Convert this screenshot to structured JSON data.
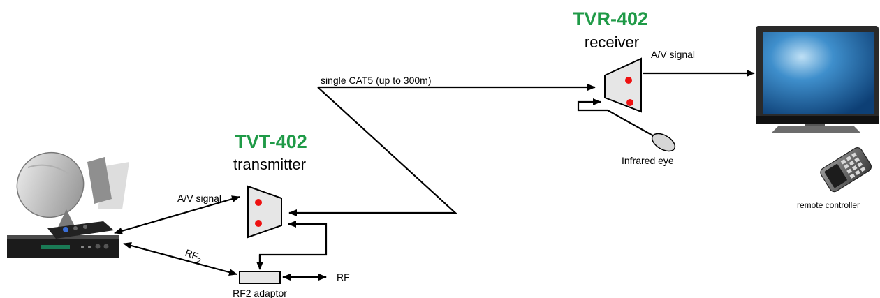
{
  "receiver": {
    "model": "TVR-402",
    "role": "receiver"
  },
  "transmitter": {
    "model": "TVT-402",
    "role": "transmitter"
  },
  "labels": {
    "cable": "single CAT5 (up to 300m)",
    "av_signal_rx": "A/V signal",
    "av_signal_tx": "A/V signal",
    "infrared_eye": "Infrared eye",
    "remote_controller": "remote controller",
    "rf2": "RF",
    "rf2_sub": "2",
    "rf2_adaptor": "RF2 adaptor",
    "rf": "RF"
  },
  "colors": {
    "model_text": "#1f9a47",
    "led": "#ee1111",
    "box_fill": "#e6e6e6",
    "tv_screen": "#1f73b8"
  }
}
